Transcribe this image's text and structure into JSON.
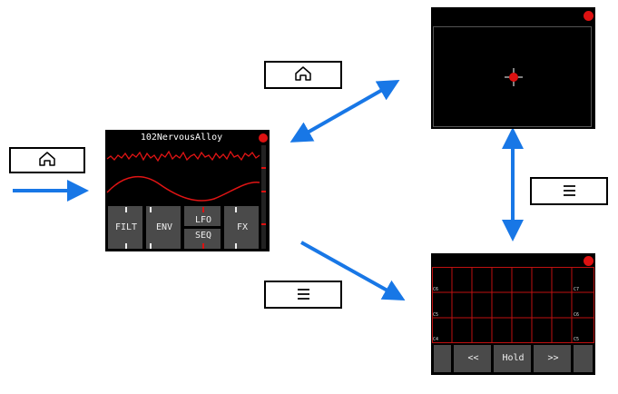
{
  "main_screen": {
    "title": "102NervousAlloy",
    "buttons": [
      {
        "label": "FILT"
      },
      {
        "label": "ENV"
      },
      {
        "label": "LFO"
      },
      {
        "label": "SEQ"
      },
      {
        "label": "FX"
      }
    ]
  },
  "keyboard_screen": {
    "octave_labels_left": [
      "C6",
      "C5",
      "C4"
    ],
    "octave_labels_right": [
      "C7",
      "C6",
      "C5"
    ],
    "buttons": [
      {
        "label": "<<"
      },
      {
        "label": "Hold"
      },
      {
        "label": ">>"
      }
    ]
  },
  "nav_icons": {
    "home": "home-icon",
    "menu": "menu-icon"
  },
  "colors": {
    "arrow": "#1877e6",
    "accent": "#dd1111",
    "screen_bg": "#000000",
    "button_bg": "#4a4a4a"
  }
}
